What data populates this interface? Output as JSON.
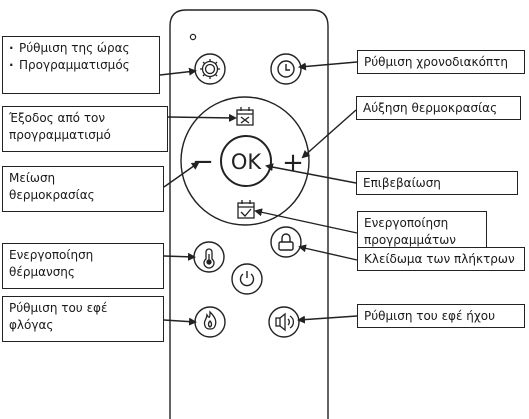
{
  "labels": {
    "clock_settings": [
      "Ρύθμιση της ώρας",
      "Προγραμματισμός"
    ],
    "timer_setting": "Ρύθμιση χρονοδιακόπτη",
    "exit_programming": [
      "Έξοδος από τον",
      "προγραμματισμό"
    ],
    "increase_temp": "Αύξηση θερμοκρασίας",
    "decrease_temp": [
      "Μείωση",
      "θερμοκρασίας"
    ],
    "confirm": "Επιβεβαίωση",
    "activate_programs": [
      "Ενεργοποίηση",
      "προγραμμάτων"
    ],
    "activate_heating": [
      "Ενεργοποίηση",
      "θέρμανσης"
    ],
    "key_lock": "Κλείδωμα των πλήκτρων",
    "flame_effect": [
      "Ρύθμιση του εφέ",
      "φλόγας"
    ],
    "sound_effect": "Ρύθμιση του εφέ ήχου"
  },
  "remote": {
    "ok_label": "OK",
    "minus_symbol": "−",
    "plus_symbol": "+"
  },
  "colors": {
    "line": "#222222",
    "background": "#ffffff"
  },
  "icons": [
    "gear-icon",
    "clock-icon",
    "calendar-cross-icon",
    "calendar-check-icon",
    "thermometer-icon",
    "lock-icon",
    "power-icon",
    "flame-icon",
    "speaker-icon"
  ]
}
